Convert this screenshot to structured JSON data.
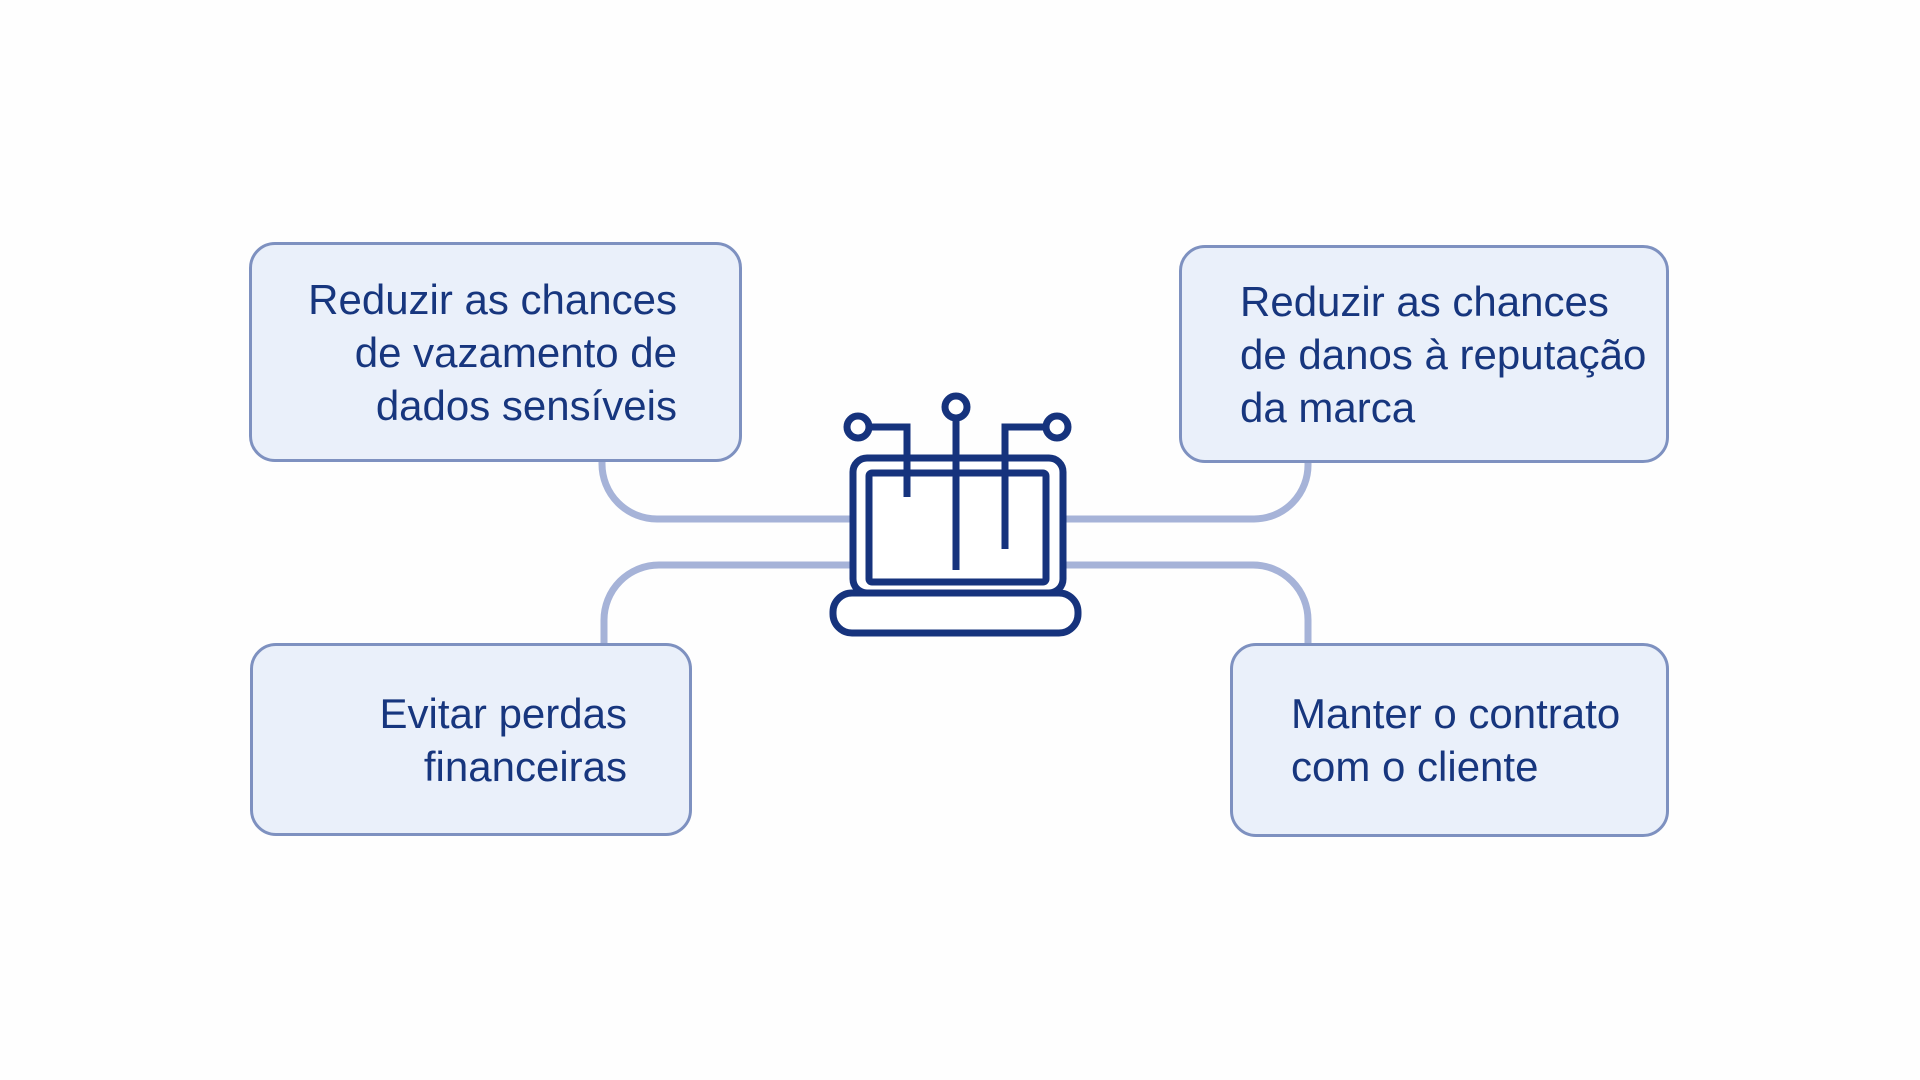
{
  "background": "#FEFEFE",
  "colors": {
    "bg": "#FEFEFE",
    "fill": "#EAF0FA",
    "border": "#7E91C0",
    "text": "#17367E",
    "icon": "#16337D",
    "connector": "#A6B3D8"
  },
  "center": {
    "icon": "laptop-network-icon"
  },
  "nodes": [
    {
      "id": "top-left",
      "align": "right",
      "lines": [
        "Reduzir as chances",
        "de vazamento de",
        "dados sensíveis"
      ]
    },
    {
      "id": "top-right",
      "align": "left",
      "lines": [
        "Reduzir as chances",
        "de danos à reputação",
        "da marca"
      ]
    },
    {
      "id": "bottom-left",
      "align": "right",
      "lines": [
        "Evitar perdas",
        "financeiras"
      ]
    },
    {
      "id": "bottom-right",
      "align": "left",
      "lines": [
        "Manter o contrato",
        "com o cliente"
      ]
    }
  ],
  "connections": [
    {
      "from": "center",
      "to": "top-left"
    },
    {
      "from": "center",
      "to": "top-right"
    },
    {
      "from": "center",
      "to": "bottom-left"
    },
    {
      "from": "center",
      "to": "bottom-right"
    }
  ]
}
